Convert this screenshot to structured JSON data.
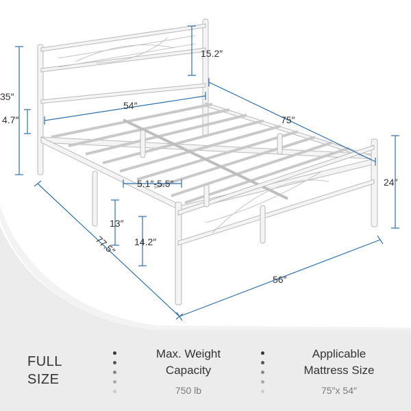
{
  "dimensions": {
    "headboard_panel": "15.2″",
    "total_height": "35″",
    "headboard_gap": "4.7″",
    "inner_width": "54″",
    "inner_length": "75″",
    "footboard_height": "24″",
    "slat_gap": "5.1″-5.5″",
    "under_clearance": "13″",
    "side_rail_height": "14.2″",
    "outer_length": "77.5″",
    "outer_width": "56″"
  },
  "info": {
    "size_line1": "FULL",
    "size_line2": "SIZE",
    "weight_title_1": "Max. Weight",
    "weight_title_2": "Capacity",
    "weight_value": "750 lb",
    "mattress_title_1": "Applicable",
    "mattress_title_2": "Mattress Size",
    "mattress_value": "75″x 54″"
  },
  "colors": {
    "dimension_line": "#2e6fa8",
    "frame": "#e9e9e9",
    "frame_outline": "#b9b9b9",
    "panel_background": "#ececec"
  }
}
